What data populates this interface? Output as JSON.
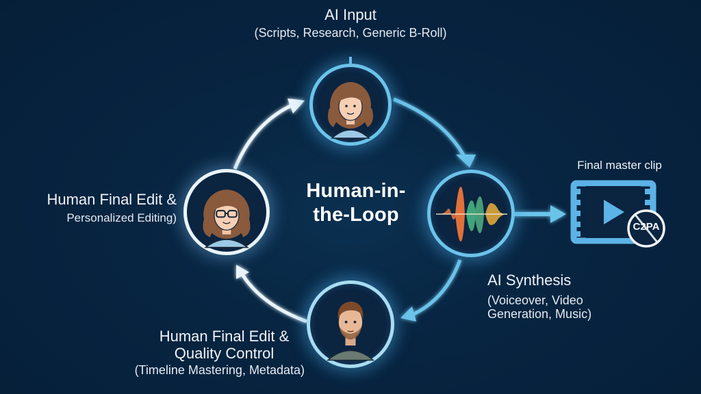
{
  "diagram": {
    "center_title_line1": "Human-in-",
    "center_title_line2": "the-Loop",
    "nodes": [
      {
        "id": "ai-input",
        "title": "AI Input",
        "subtitle": "(Scripts, Research, Generic B-Roll)",
        "icon": "woman-avatar-icon",
        "ring_color": "#6cc3ea"
      },
      {
        "id": "ai-synthesis",
        "title": "AI Synthesis",
        "subtitle_line1": "(Voiceover, Video",
        "subtitle_line2": "Generation, Music)",
        "icon": "audio-waveform-icon",
        "ring_color": "#6cc3ea"
      },
      {
        "id": "human-final-edit-qc",
        "title_line1": "Human Final Edit &",
        "title_line2": "Quality Control",
        "subtitle": "(Timeline Mastering, Metadata)",
        "icon": "man-avatar-icon",
        "ring_color": "#a9dcf2"
      },
      {
        "id": "human-final-edit-personalized",
        "title": "Human Final Edit &",
        "subtitle": "Personalized Editing)",
        "icon": "woman-glasses-avatar-icon",
        "ring_color": "#eaf4fb"
      }
    ],
    "output": {
      "label": "Final master clip",
      "icon": "film-play-icon",
      "badge": "C2PA",
      "badge_icon": "prohibited-badge-icon"
    },
    "colors": {
      "background": "#07223d",
      "accent_blue": "#6cc3ea",
      "arrow_white": "#eaf4fb",
      "wave_orange": "#e0713a",
      "wave_green": "#3fa57a",
      "wave_gold": "#c99a3a"
    }
  }
}
